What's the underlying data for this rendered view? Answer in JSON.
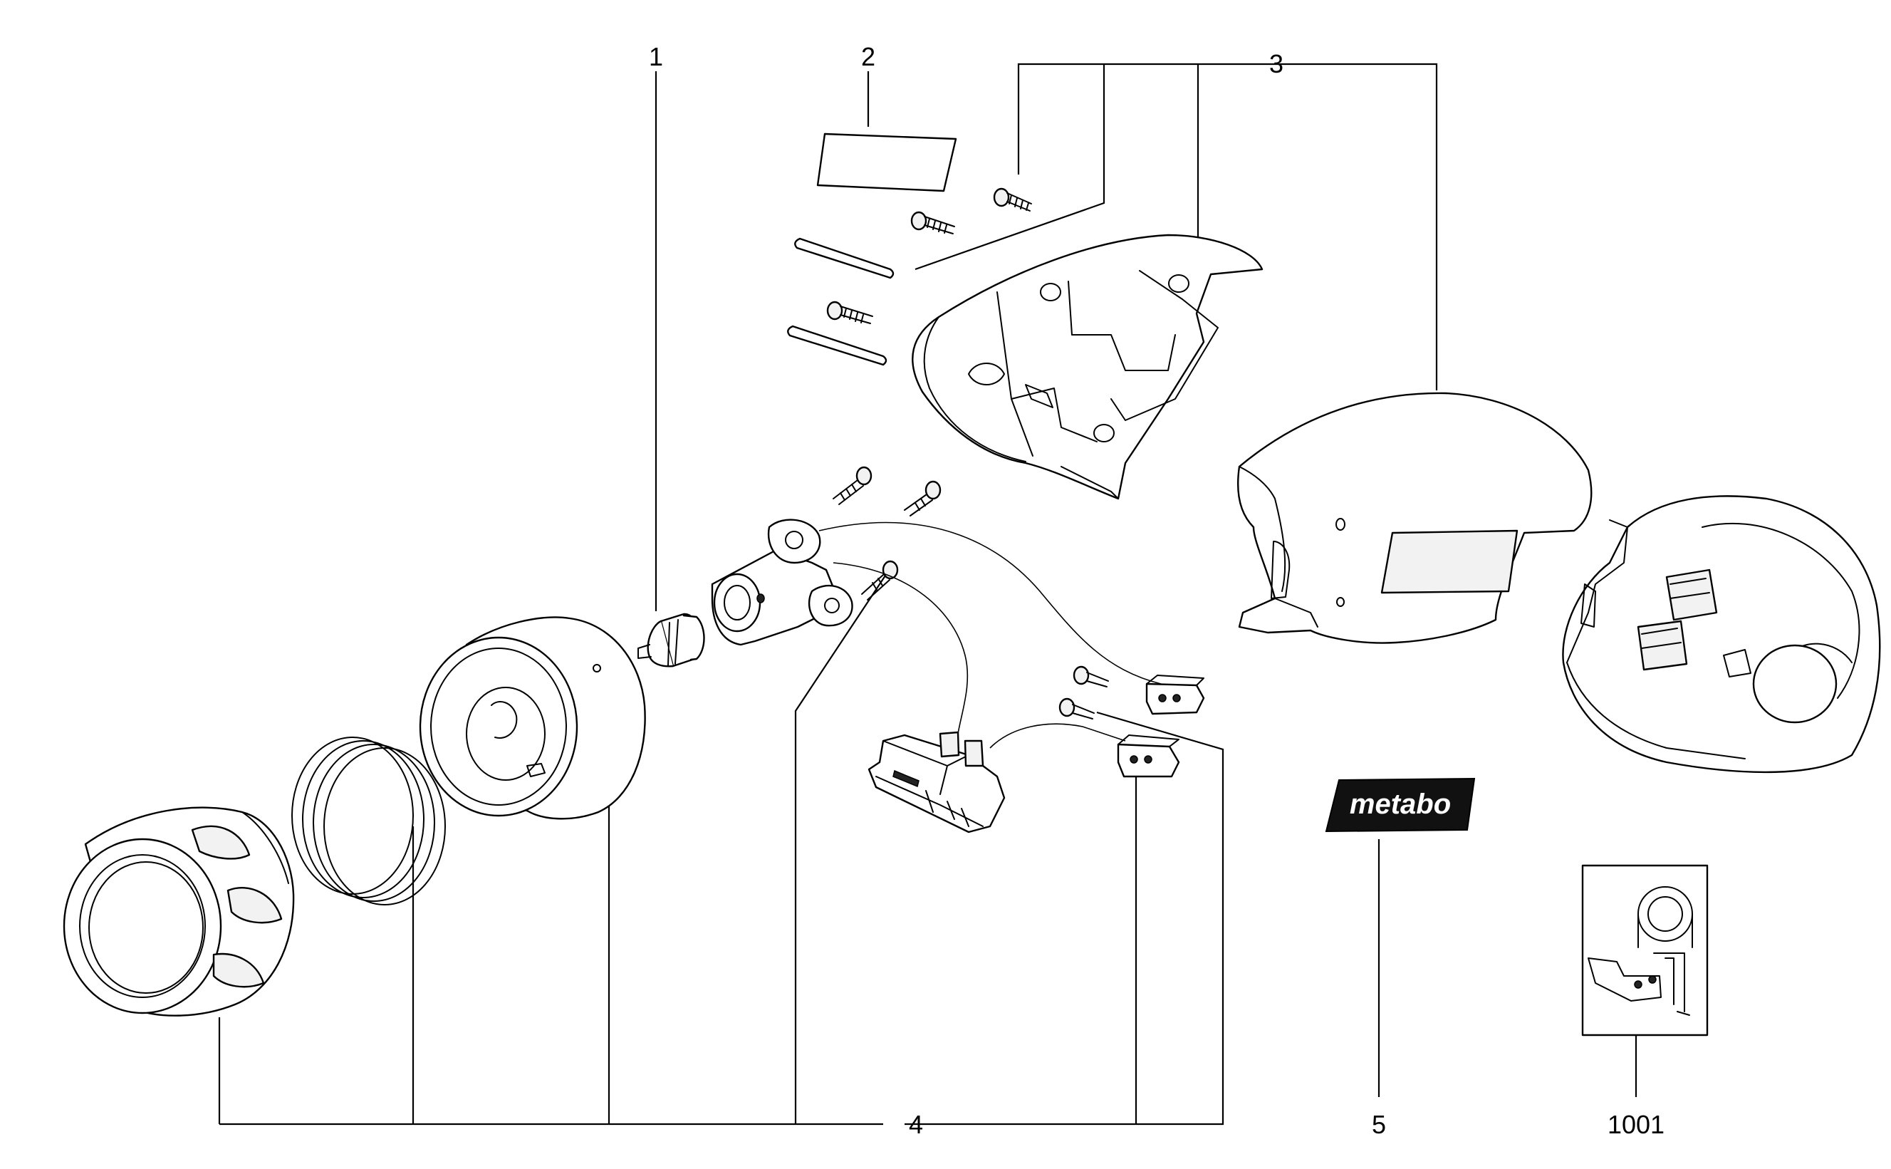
{
  "diagram": {
    "callouts": [
      {
        "id": "1",
        "label": "1"
      },
      {
        "id": "2",
        "label": "2"
      },
      {
        "id": "3",
        "label": "3"
      },
      {
        "id": "4",
        "label": "4"
      },
      {
        "id": "5",
        "label": "5"
      },
      {
        "id": "1001",
        "label": "1001"
      }
    ],
    "logo_text": "metabo"
  }
}
